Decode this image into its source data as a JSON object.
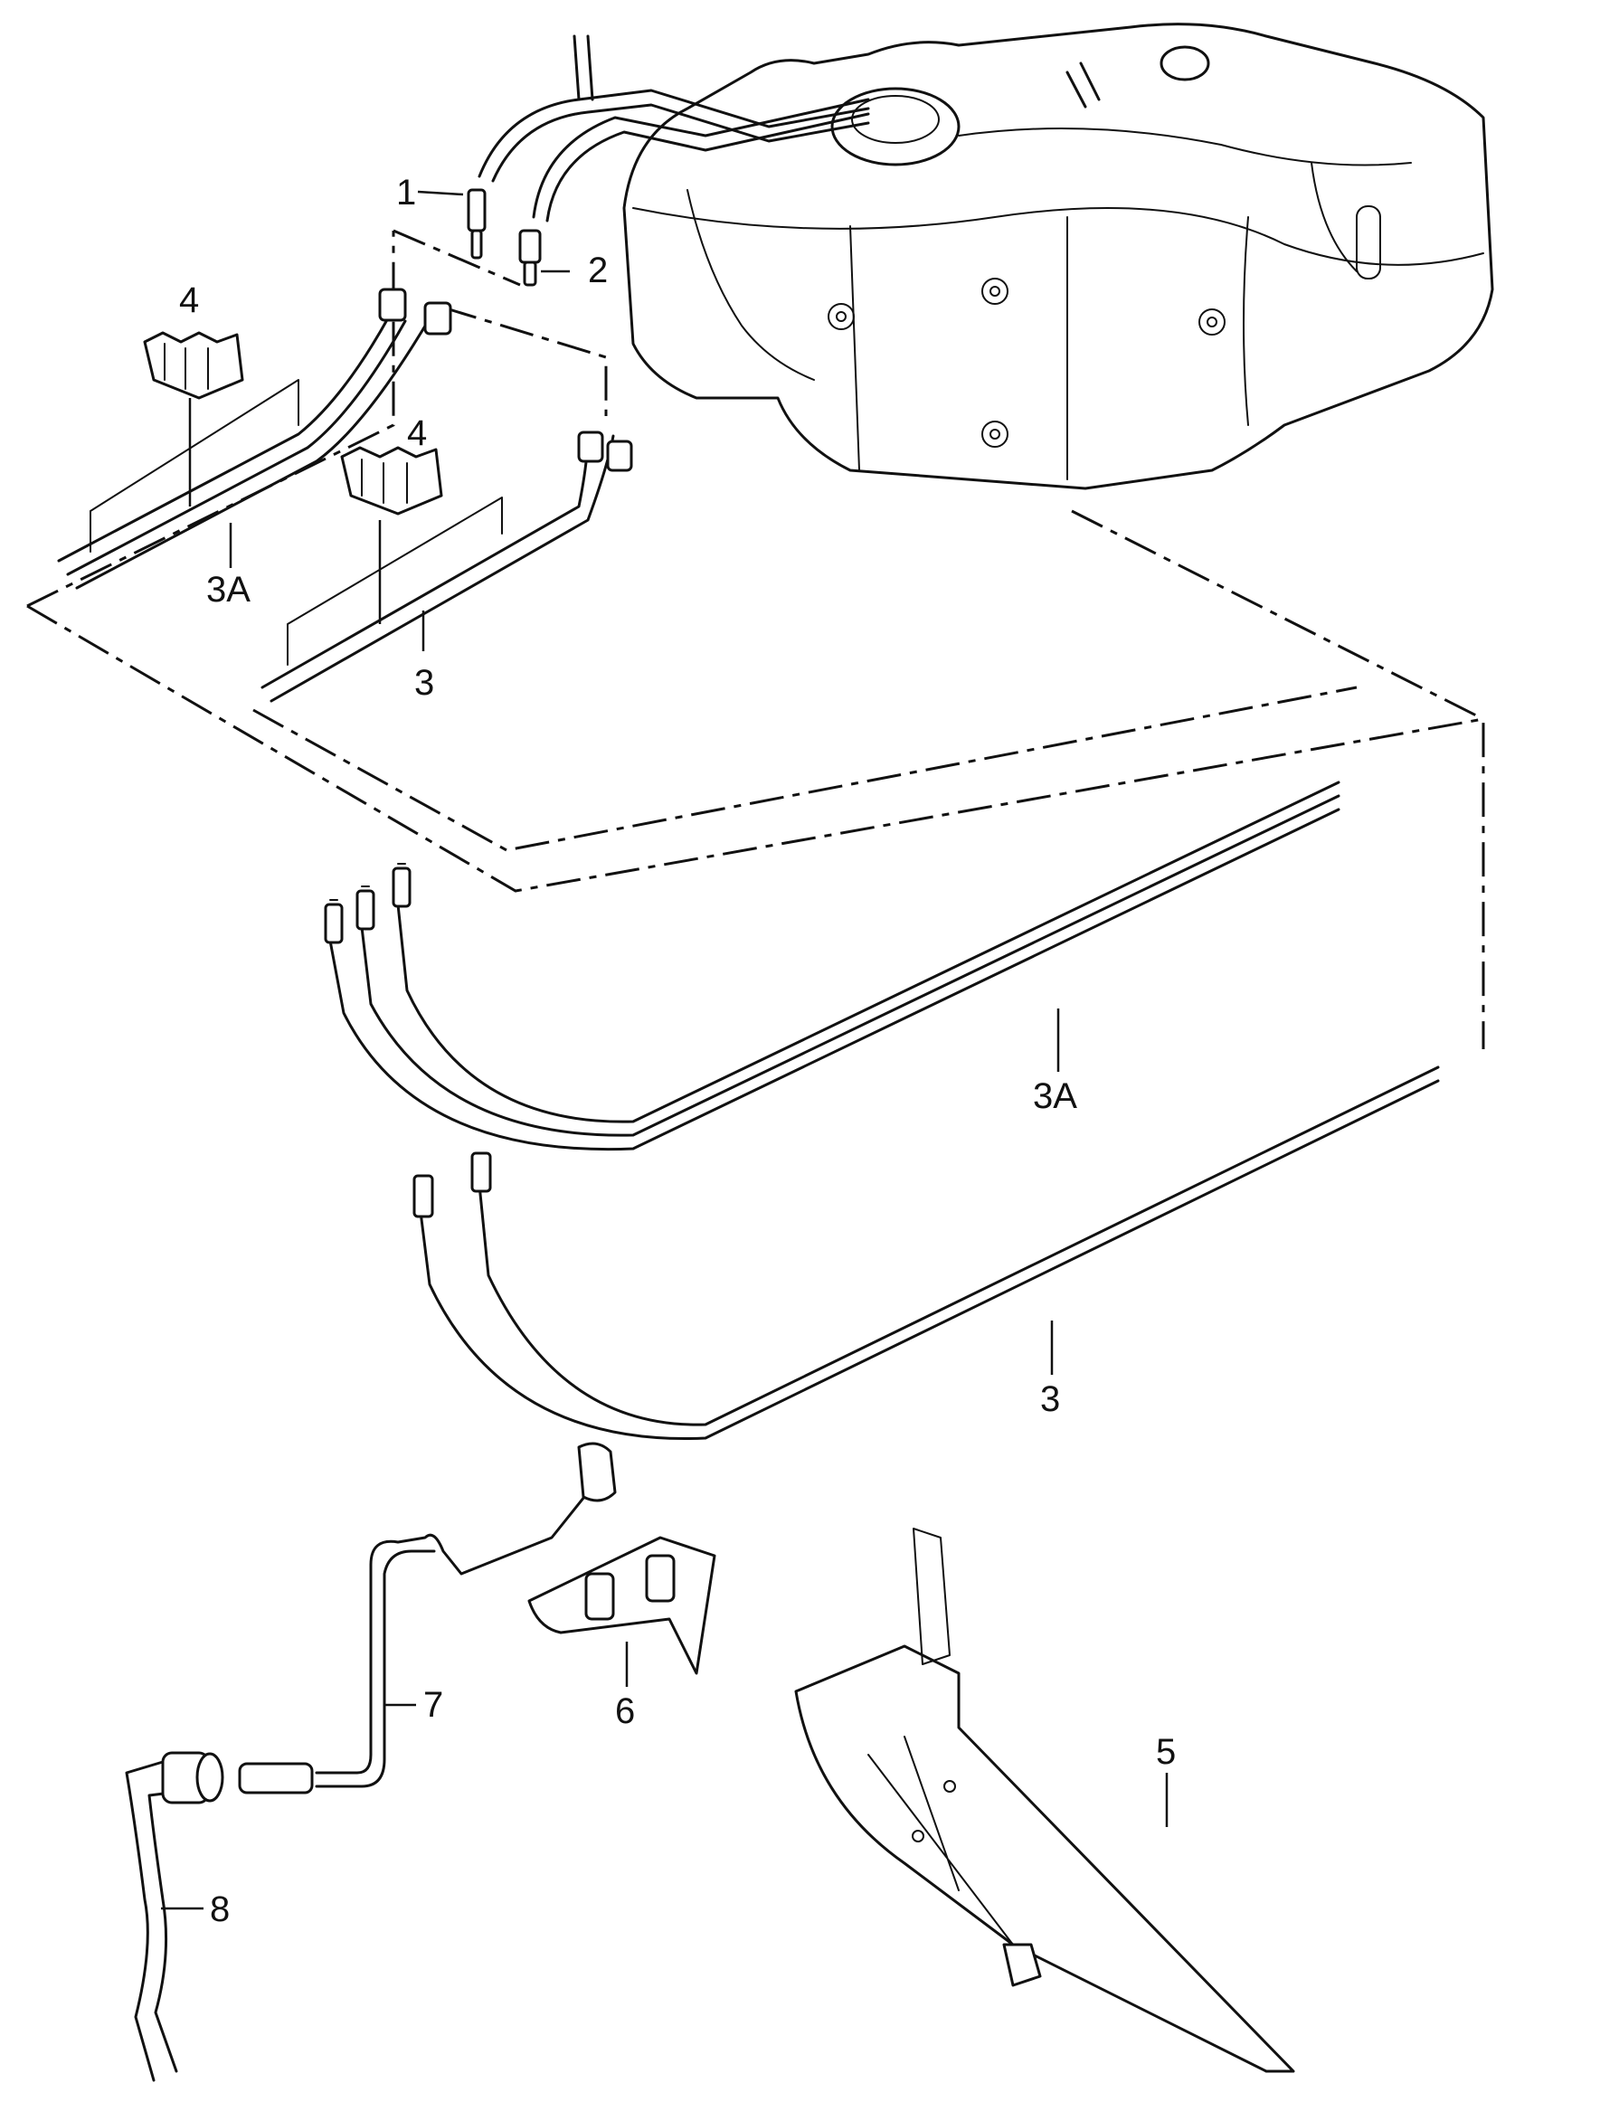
{
  "callouts": {
    "c1": "1",
    "c2": "2",
    "c3a_top": "3A",
    "c3_top": "3",
    "c4_left": "4",
    "c4_right": "4",
    "c3a_main": "3A",
    "c3_main": "3",
    "c5": "5",
    "c6": "6",
    "c7": "7",
    "c8": "8"
  }
}
